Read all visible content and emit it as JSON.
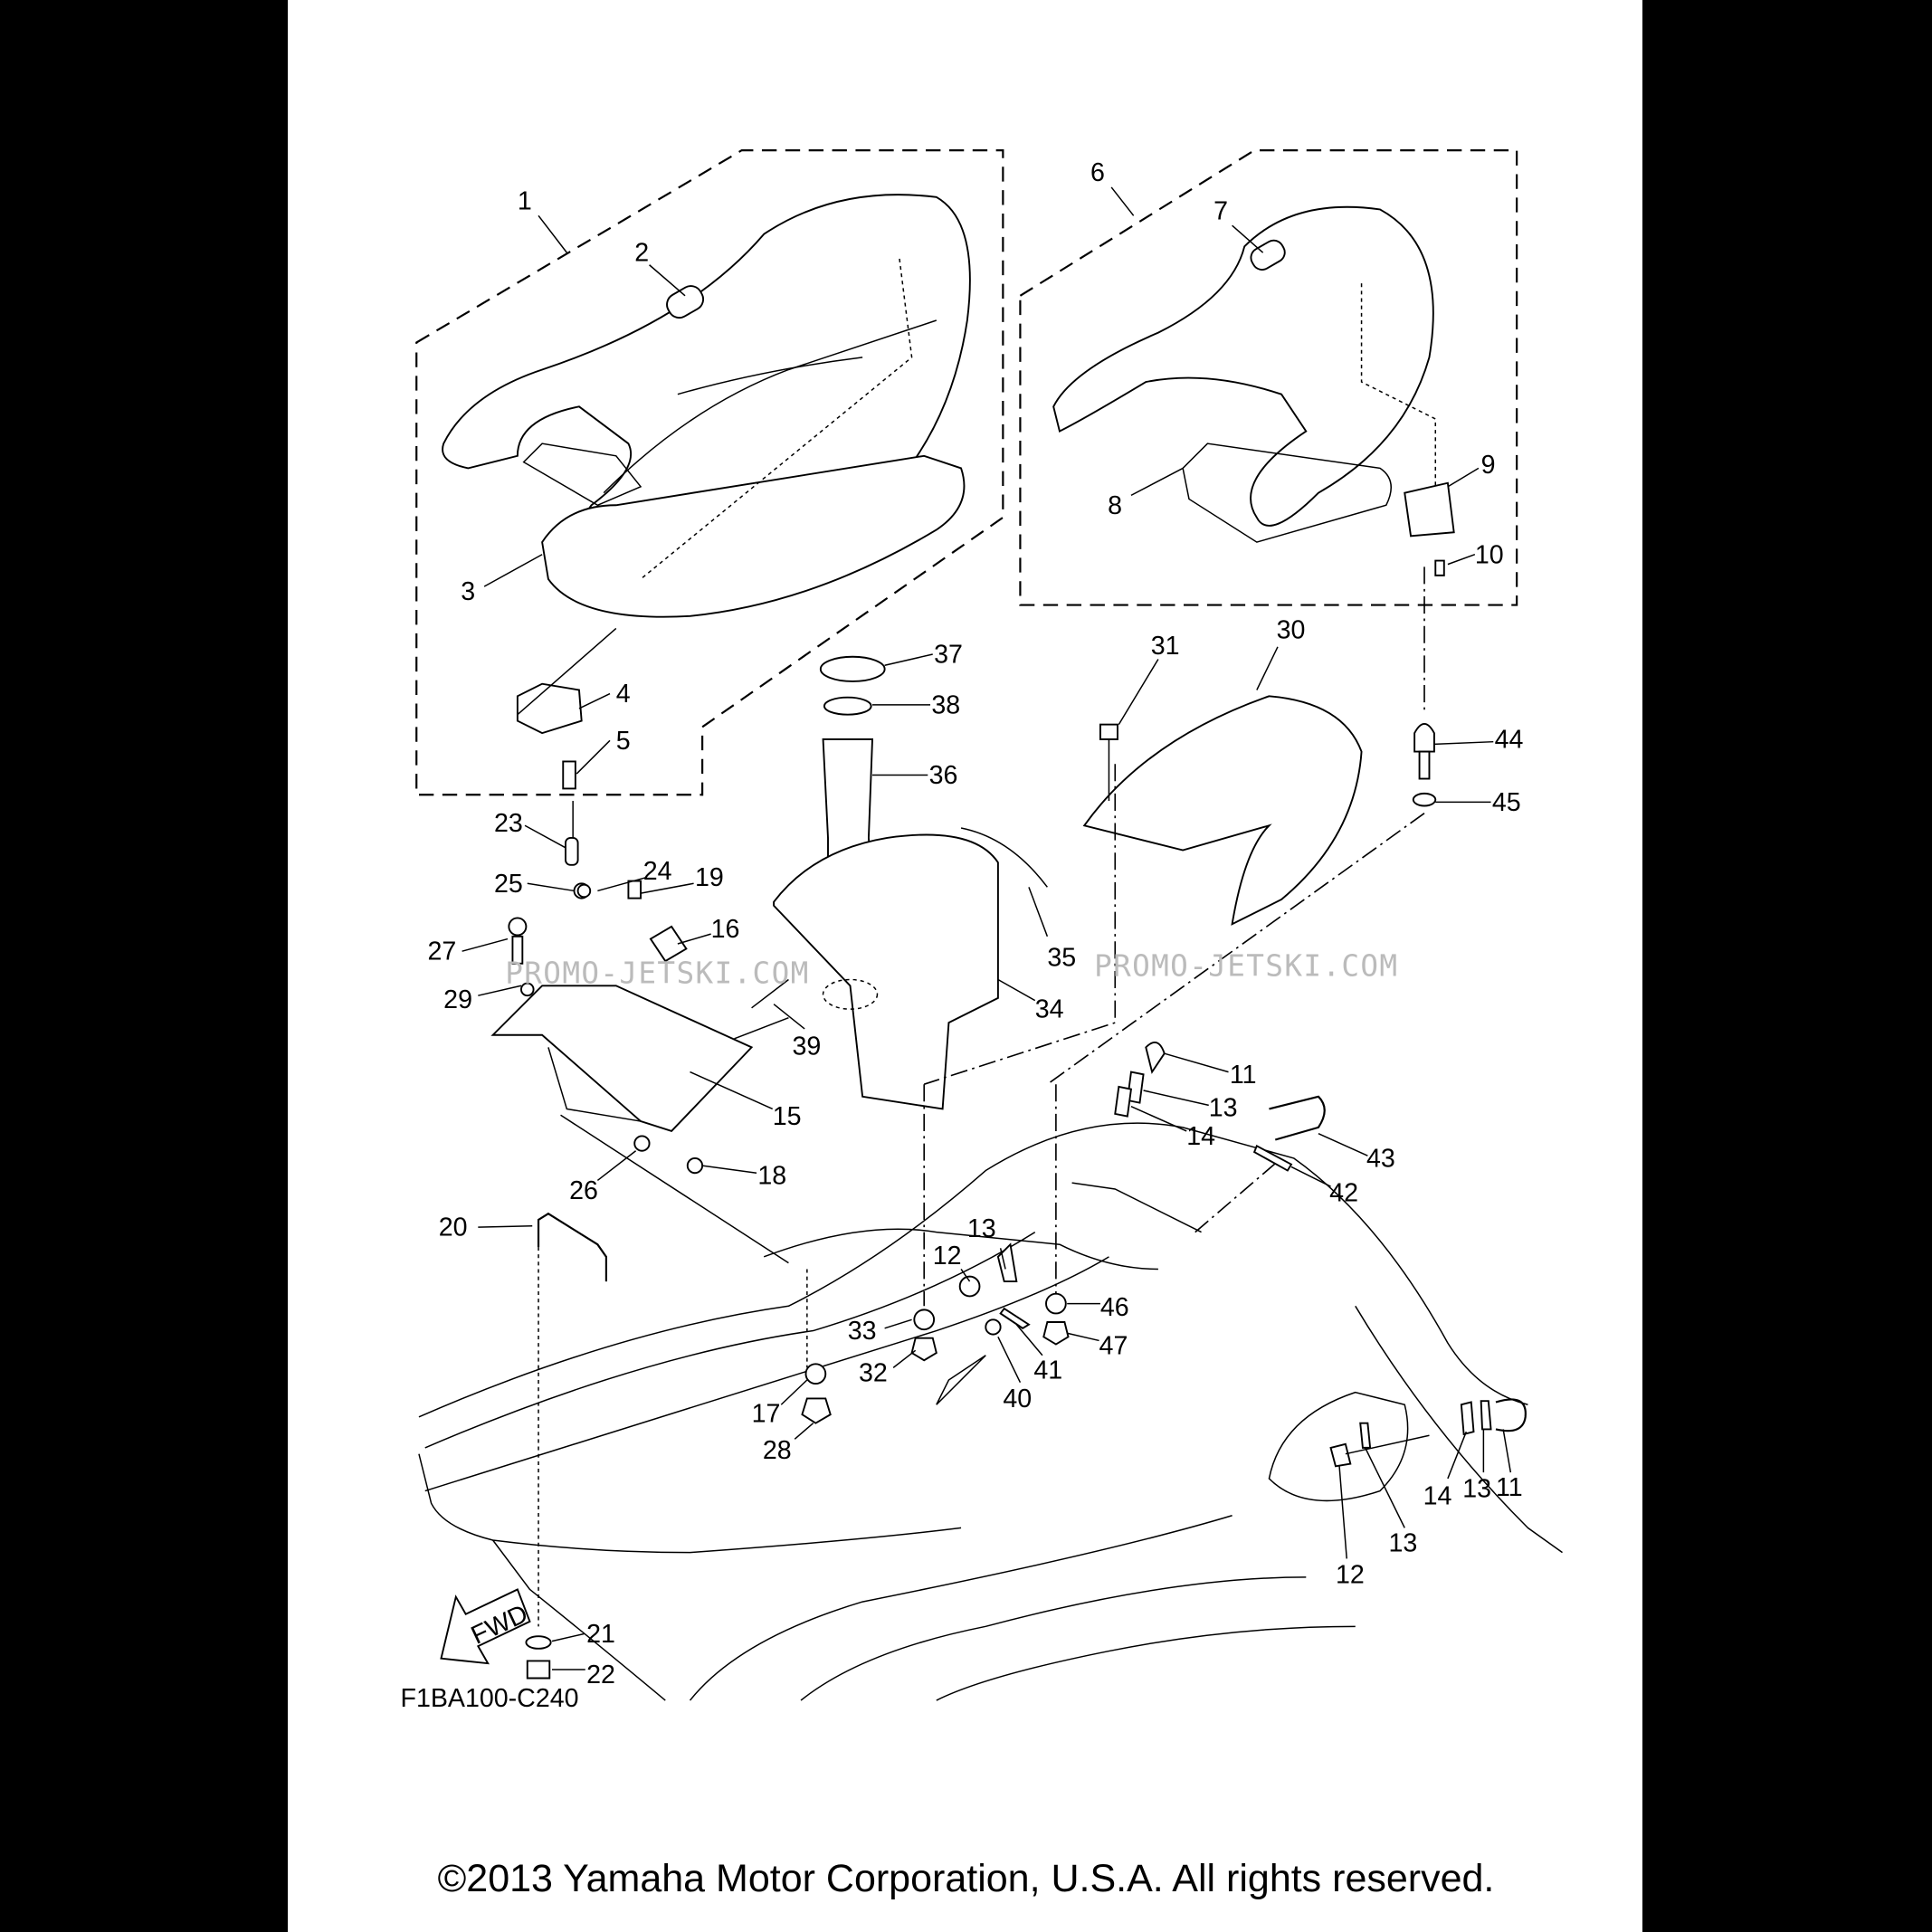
{
  "diagram": {
    "code": "F1BA100-C240",
    "fwd_label": "FWD",
    "watermark": "PROMO-JETSKI.COM",
    "callouts": [
      "1",
      "2",
      "3",
      "4",
      "5",
      "6",
      "7",
      "8",
      "9",
      "10",
      "30",
      "31",
      "37",
      "38",
      "36",
      "44",
      "45",
      "23",
      "25",
      "24",
      "19",
      "16",
      "27",
      "29",
      "35",
      "34",
      "39",
      "15",
      "11",
      "13",
      "14",
      "43",
      "42",
      "26",
      "18",
      "20",
      "13",
      "12",
      "46",
      "33",
      "47",
      "32",
      "41",
      "40",
      "17",
      "28",
      "14",
      "13",
      "11",
      "13",
      "12",
      "21",
      "22"
    ]
  },
  "footer": {
    "copyright": "©2013 Yamaha Motor Corporation, U.S.A. All rights reserved."
  }
}
